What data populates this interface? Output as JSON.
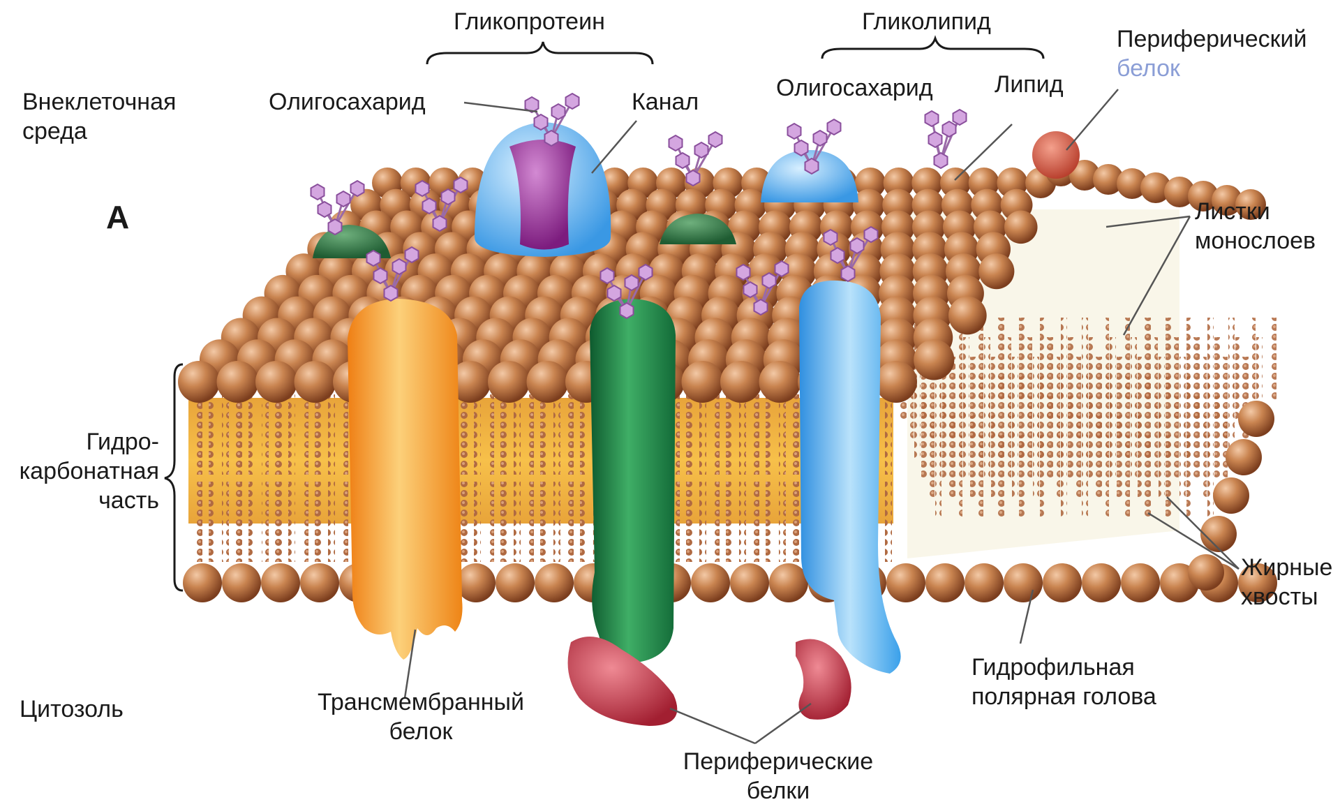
{
  "labels": {
    "glycoprotein": "Гликопротеин",
    "glycolipid": "Гликолипид",
    "peripheral_protein_top": [
      "Периферический",
      "белок"
    ],
    "extracellular": [
      "Внеклеточная",
      "среда"
    ],
    "oligosaccharide_left": "Олигосахарид",
    "channel": "Канал",
    "oligosaccharide_right": "Олигосахарид",
    "lipid": "Липид",
    "panel_letter": "А",
    "monolayer_leaflets": [
      "Листки",
      "монослоев"
    ],
    "hydrocarbon": [
      "Гидро-",
      "карбонатная",
      "часть"
    ],
    "fatty_tails": [
      "Жирные",
      "хвосты"
    ],
    "cytosol": "Цитозоль",
    "transmembrane": [
      "Трансмембранный",
      "белок"
    ],
    "hydrophilic_head": [
      "Гидрофильная",
      "полярная голова"
    ],
    "peripheral_proteins_bottom": [
      "Периферические",
      "белки"
    ]
  },
  "colors": {
    "lipid_head": "#b86a3e",
    "lipid_tail": "#a05a34",
    "hydrophobic_core": "#f3b83a",
    "transmembrane_orange": "#f59a22",
    "transmembrane_green": "#1f8a4a",
    "transmembrane_blue": "#4aa8ea",
    "channel_purple": "#9a2b9a",
    "peripheral_red": "#c23a48",
    "sugar": "#c79ad8"
  }
}
